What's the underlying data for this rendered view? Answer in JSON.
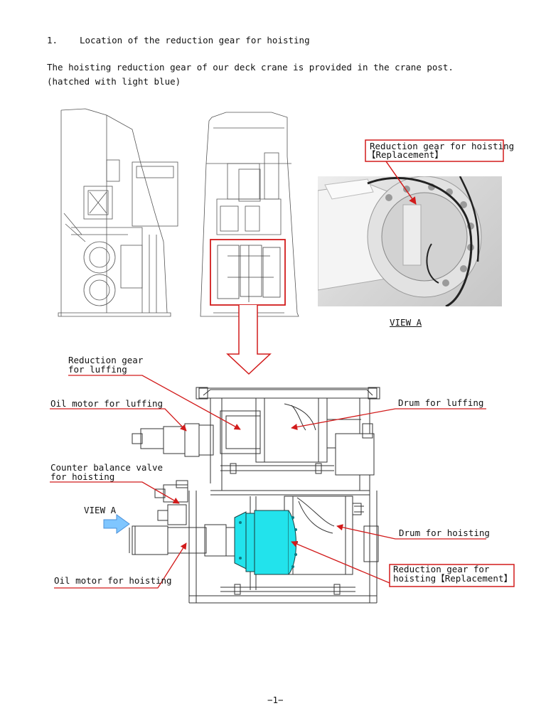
{
  "section": {
    "number": "1.",
    "heading": "Location of the reduction gear for hoisting"
  },
  "intro": {
    "line1": "The hoisting reduction gear of our deck crane is provided in the crane post.",
    "line2": "(hatched with light blue)"
  },
  "photo": {
    "callout_line1": "Reduction gear for hoisting",
    "callout_line2": "【Replacement】",
    "caption": "VIEW A"
  },
  "diagram_labels": {
    "reduction_gear_luffing_line1": "Reduction gear",
    "reduction_gear_luffing_line2": "for luffing",
    "oil_motor_luffing": "Oil motor for luffing",
    "drum_luffing": "Drum for luffing",
    "counter_balance_line1": "Counter balance valve",
    "counter_balance_line2": "for hoisting",
    "view_a": "VIEW A",
    "drum_hoisting": "Drum for hoisting",
    "reduction_gear_hoisting_line1": "Reduction gear for",
    "reduction_gear_hoisting_line2": "hoisting【Replacement】",
    "oil_motor_hoisting": "Oil motor for hoisting"
  },
  "colors": {
    "callout_red": "#d21b1b",
    "highlight_cyan": "#22e3ec",
    "arrow_blue": "#7fc6ff"
  },
  "page_number": "−1−"
}
